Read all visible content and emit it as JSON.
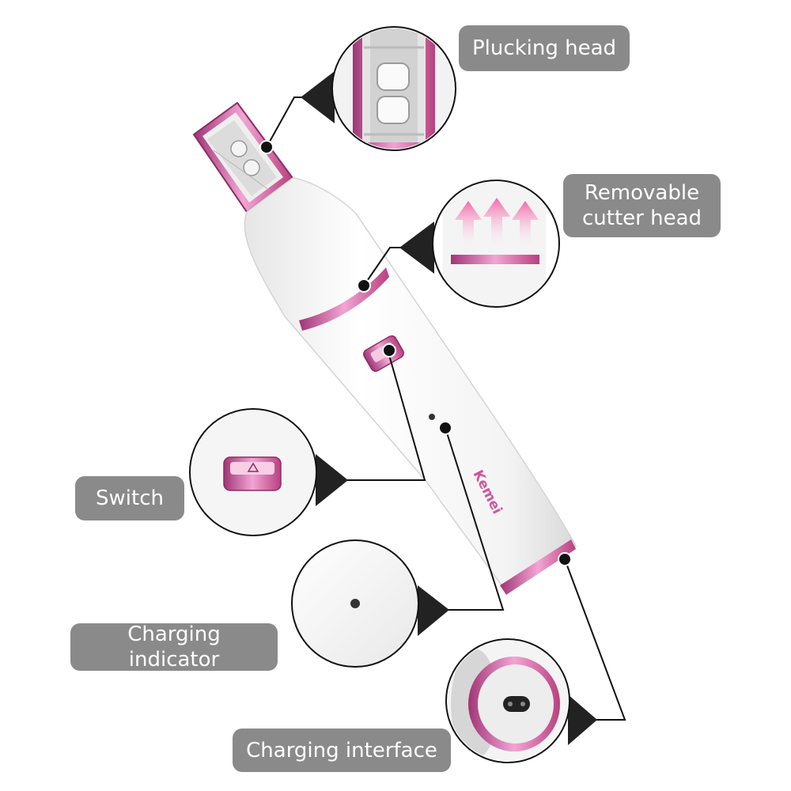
{
  "callouts": {
    "plucking_head": "Plucking head",
    "removable_cutter_head_line1": "Removable",
    "removable_cutter_head_line2": "cutter head",
    "switch": "Switch",
    "charging_indicator": "Charging indicator",
    "charging_interface": "Charging interface"
  },
  "device": {
    "brand": "Kemei"
  },
  "colors": {
    "label_bg": "#8a8a8a",
    "label_text": "#ffffff",
    "accent_pink": "#d0559c",
    "body_white": "#f7f7f7",
    "leader_line": "#111111"
  }
}
